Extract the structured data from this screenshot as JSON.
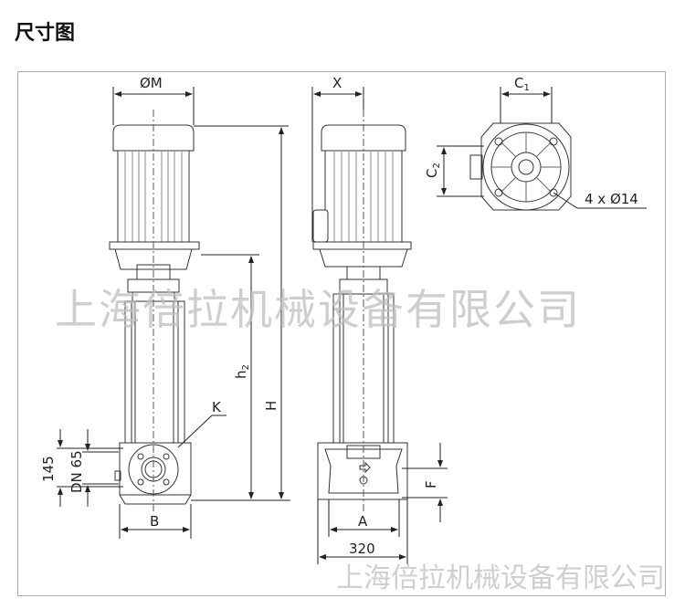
{
  "title": "尺寸图",
  "labels": {
    "motor_diameter": "ØM",
    "x": "X",
    "c1": "C",
    "c1_sub": "1",
    "c2": "C",
    "c2_sub": "2",
    "holes": "4 x Ø14",
    "height": "H",
    "h2": "h",
    "h2_sub": "2",
    "k": "K",
    "dim_145": "145",
    "dn": "DN 65",
    "b": "B",
    "a": "A",
    "width_320": "320",
    "f": "F"
  },
  "watermark": {
    "main": "上海倍拉机械设备有限公司",
    "bottom": "上海倍拉机械设备有限公司"
  }
}
